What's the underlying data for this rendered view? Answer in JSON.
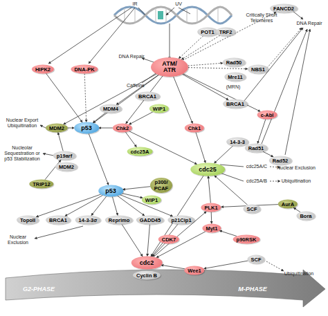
{
  "diagram": {
    "nodes": [
      {
        "text": [
          "FANCD2"
        ]
      },
      {
        "text": [
          "POT1"
        ]
      },
      {
        "text": [
          "TRF2"
        ]
      },
      {
        "text": [
          "HIPK2"
        ]
      },
      {
        "text": [
          "DNA-PK"
        ]
      },
      {
        "text": [
          "ATM/ ATR"
        ]
      },
      {
        "text": [
          "Rad50"
        ]
      },
      {
        "text": [
          "NBS1"
        ]
      },
      {
        "text": [
          "Mre11"
        ]
      },
      {
        "text": [
          "BRCA1"
        ]
      },
      {
        "text": [
          "BRCA1"
        ]
      },
      {
        "text": [
          "WIP1"
        ]
      },
      {
        "text": [
          "MDM4"
        ]
      },
      {
        "text": [
          "c-Abl"
        ]
      },
      {
        "text": [
          "MDM2"
        ]
      },
      {
        "text": [
          "p53"
        ]
      },
      {
        "text": [
          "Chk2"
        ]
      },
      {
        "text": [
          "Chk1"
        ]
      },
      {
        "text": [
          "14-3-3"
        ]
      },
      {
        "text": [
          "cdc25A"
        ]
      },
      {
        "text": [
          "Rad51"
        ]
      },
      {
        "text": [
          "p19arf"
        ]
      },
      {
        "text": [
          "Rad52"
        ]
      },
      {
        "text": [
          "MDM2"
        ]
      },
      {
        "text": [
          "cdc25"
        ]
      },
      {
        "text": [
          "p53"
        ]
      },
      {
        "text": [
          "p300/ PCAF"
        ]
      },
      {
        "text": [
          "TRIP12"
        ]
      },
      {
        "text": [
          "WIP1"
        ]
      },
      {
        "text": [
          "AurA"
        ]
      },
      {
        "text": [
          "SCF"
        ]
      },
      {
        "text": [
          "PLK1"
        ]
      },
      {
        "text": [
          "Bora"
        ]
      },
      {
        "text": [
          "TopoII"
        ]
      },
      {
        "text": [
          "BRCA1"
        ]
      },
      {
        "text": [
          "14-3-3σ"
        ]
      },
      {
        "text": [
          "Reprimo"
        ]
      },
      {
        "text": [
          "GADD45"
        ]
      },
      {
        "text": [
          "p21Cip1"
        ]
      },
      {
        "text": [
          "Myt1"
        ]
      },
      {
        "text": [
          "CDK7"
        ]
      },
      {
        "text": [
          "p90RSK"
        ]
      },
      {
        "text": [
          "SCF"
        ]
      },
      {
        "text": [
          "Wee1"
        ]
      },
      {
        "text": [
          "cdc2"
        ]
      },
      {
        "text": [
          "Cyclin B"
        ]
      }
    ],
    "edges": [
      {
        "from": 1,
        "to": 5,
        "arrow": "to"
      },
      {
        "from": 2,
        "to": 5,
        "arrow": "to"
      },
      {
        "from": 3,
        "to": 15,
        "arrow": "to"
      },
      {
        "from": 4,
        "to": 15,
        "arrow": "to"
      },
      {
        "from": 5,
        "to": 15,
        "arrow": "to"
      },
      {
        "from": 5,
        "to": 12,
        "arrow": "to"
      },
      {
        "from": 5,
        "to": 14,
        "arrow": "to"
      },
      {
        "from": 5,
        "to": 16,
        "arrow": "to"
      },
      {
        "from": 5,
        "to": 17,
        "arrow": "to"
      },
      {
        "from": 5,
        "to": 9,
        "arrow": "to"
      },
      {
        "from": 5,
        "to": 13,
        "arrow": "to"
      },
      {
        "from": 5,
        "to": 0,
        "arrow": "to"
      },
      {
        "from": 5,
        "to": 6,
        "arrow": "to"
      },
      {
        "from": 5,
        "to": 7,
        "arrow": "to"
      },
      {
        "from": 11,
        "to": 16,
        "arrow": "to"
      },
      {
        "from": 12,
        "to": 15,
        "arrow": "to"
      },
      {
        "from": 14,
        "to": 15,
        "arrow": "to"
      },
      {
        "from": 16,
        "to": 15,
        "arrow": "to"
      },
      {
        "from": 16,
        "to": 19,
        "arrow": "to"
      },
      {
        "from": 17,
        "to": 24,
        "arrow": "to"
      },
      {
        "from": 16,
        "to": 24,
        "arrow": "to"
      },
      {
        "from": 13,
        "to": 20,
        "arrow": "to"
      },
      {
        "from": 20,
        "to": 22,
        "arrow": "to"
      },
      {
        "from": 15,
        "to": 25,
        "arrow": "to"
      },
      {
        "from": 21,
        "to": 14,
        "arrow": "to"
      },
      {
        "from": 27,
        "to": 21,
        "arrow": "to"
      },
      {
        "from": 26,
        "to": 25,
        "arrow": "to"
      },
      {
        "from": 25,
        "to": 33,
        "arrow": "to"
      },
      {
        "from": 25,
        "to": 34,
        "arrow": "to"
      },
      {
        "from": 25,
        "to": 35,
        "arrow": "to"
      },
      {
        "from": 25,
        "to": 36,
        "arrow": "to"
      },
      {
        "from": 25,
        "to": 37,
        "arrow": "to"
      },
      {
        "from": 25,
        "to": 38,
        "arrow": "to"
      },
      {
        "from": 25,
        "to": 28,
        "arrow": "to"
      },
      {
        "from": 38,
        "to": 44,
        "arrow": "to"
      },
      {
        "from": 37,
        "to": 44,
        "arrow": "to"
      },
      {
        "from": 36,
        "to": 44,
        "arrow": "to"
      },
      {
        "from": 40,
        "to": 44,
        "arrow": "to"
      },
      {
        "from": 24,
        "to": 44,
        "arrow": "to"
      },
      {
        "from": 44,
        "to": 31,
        "arrow": "to"
      },
      {
        "from": 31,
        "to": 24,
        "arrow": "to"
      },
      {
        "from": 18,
        "to": 24,
        "arrow": "to"
      },
      {
        "from": 29,
        "to": 31,
        "arrow": "to"
      },
      {
        "from": 32,
        "to": 29,
        "arrow": "to"
      },
      {
        "from": 31,
        "to": 39,
        "arrow": "to"
      },
      {
        "from": 41,
        "to": 39,
        "arrow": "to"
      },
      {
        "from": 39,
        "to": 44,
        "arrow": "to"
      },
      {
        "from": 43,
        "to": 44,
        "arrow": "to"
      },
      {
        "from": 42,
        "to": 43,
        "arrow": "to"
      },
      {
        "from": 30,
        "to": 24,
        "arrow": "to"
      }
    ],
    "labels": [
      "IR",
      "UV",
      "Critically Short Telomeres",
      "DNA Repair",
      "DNA Repair",
      "Caffeine",
      "(MRN)",
      "Nuclear Export Ubiquitination",
      "Nucleolar Sequestration or p53 Stabilization",
      "cdc25A/C",
      "Nuclear Exclusion",
      "cdc25A/B",
      "Ubiquitination",
      "Nuclear Exclusion",
      "Ubiquitination",
      "G2-PHASE",
      "M-PHASE"
    ]
  }
}
